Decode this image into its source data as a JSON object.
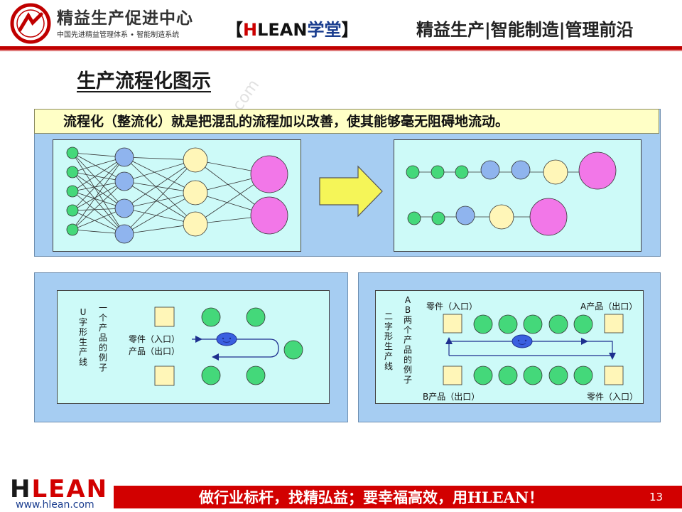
{
  "header": {
    "brand_title": "精益生产促进中心",
    "brand_subtitle": "中国先进精益管理体系 • 智能制造系统",
    "center_bracket_open": "【",
    "center_h": "H",
    "center_lean": "LEAN",
    "center_xuetang": "学堂",
    "center_bracket_close": "】",
    "right_text": "精益生产|智能制造|管理前沿"
  },
  "slide": {
    "title": "生产流程化图示",
    "banner": "流程化（整流化）就是把混乱的流程加以改善，使其能够毫无阻碍地流动。"
  },
  "u_line": {
    "vertical_label": "U字形生产线",
    "vertical_desc": "一个产品的例子",
    "label_in": "零件（入口）",
    "label_out": "产品（出口）"
  },
  "two_line": {
    "vertical_label": "二字形生产线",
    "vertical_desc": "AB两个产品的例子",
    "top_left": "零件（入口）",
    "top_right": "A产品（出口）",
    "bottom_left": "B产品（出口）",
    "bottom_right": "零件（入口）"
  },
  "footer": {
    "logo_h": "H",
    "logo_rest": "LEAN",
    "url": "www.hlean.com",
    "slogan": "做行业标杆，找精弘益；要幸福高效，用HLEAN！",
    "page_number": "13"
  },
  "watermark": "www.hlean.com",
  "colors": {
    "accent_red": "#c00000",
    "panel_blue": "#a6cdf2",
    "inner_cyan": "#cdfaf8",
    "node_green": "#44d87a",
    "node_blue": "#8fb4ee",
    "node_cream": "#fff6b8",
    "node_pink": "#f277e8",
    "arrow_yellow": "#f5f558"
  }
}
